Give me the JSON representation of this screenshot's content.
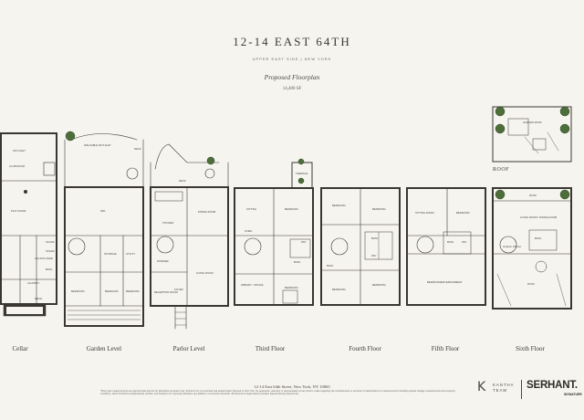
{
  "header": {
    "title": "12-14 EAST 64TH",
    "subtitle": "UPPER EAST SIDE | NEW YORK",
    "proposed": "Proposed Floorplan",
    "square_feet": "14,400 SF"
  },
  "levels": [
    {
      "label": "Cellar",
      "rooms": [
        "SKYLIGHT",
        "CLUB ROOM",
        "PLAY ROOM",
        "COLD PLUNGE",
        "LAUNDRY",
        "MECH",
        "SAUNA",
        "STEAM",
        "BATH"
      ]
    },
    {
      "label": "Garden Level",
      "rooms": [
        "WALKABLE SKYLIGHT",
        "SPA",
        "STORAGE",
        "UTILITY",
        "BEDROOM",
        "BEDROOM",
        "BEDROOM",
        "DECK"
      ]
    },
    {
      "label": "Parlor Level",
      "rooms": [
        "DECK",
        "KITCHEN",
        "DINING ROOM",
        "LIVING ROOM",
        "RECEPTION ROOM",
        "FOYER",
        "POWDER"
      ]
    },
    {
      "label": "Third Floor",
      "rooms": [
        "TERRACE",
        "SITTING",
        "BEDROOM",
        "LINEN",
        "LIBRARY / OFFICE",
        "BEDROOM",
        "WIC",
        "BATH"
      ]
    },
    {
      "label": "Fourth Floor",
      "rooms": [
        "BEDROOM",
        "BEDROOM",
        "BATH",
        "WIC",
        "BEDROOM",
        "BEDROOM",
        "BATH"
      ]
    },
    {
      "label": "Fifth Floor",
      "rooms": [
        "SITTING ROOM",
        "BEDROOM",
        "BATH",
        "WIC",
        "BEDROOM/ENTERTAINMENT"
      ]
    },
    {
      "label": "Sixth Floor",
      "rooms": [
        "PATIO",
        "LIVING ROOM / DINING ROOM",
        "Outdoor Kitchen",
        "BATH",
        "PATIO"
      ]
    }
  ],
  "roof": {
    "label": "ROOF",
    "rooms": [
      "GARDEN ROOF"
    ]
  },
  "footer": {
    "address": "12-14 East 64th Street, New York, NY 10065",
    "disclaimer": "*Floor plan measurements are approximate and are for illustrative purposes only. Serhant LLC is a licensed real estate broker licensed in New York. No guarantee, warranty or representation of any kind is made regarding the completeness or accuracy of descriptions or measurements (including square footage measurements and property condition), which should be independently verified, and Serhant LLC expressly disclaims any liability in connection therewith. All financial or legal advice provided. Equal Housing Opportunity.",
    "brand_kantha_mark": "K",
    "brand_kantha": "KANTHA",
    "brand_team": "TEAM",
    "brand_serhant": "SERHANT.",
    "brand_signature": "SIGNATURE"
  }
}
